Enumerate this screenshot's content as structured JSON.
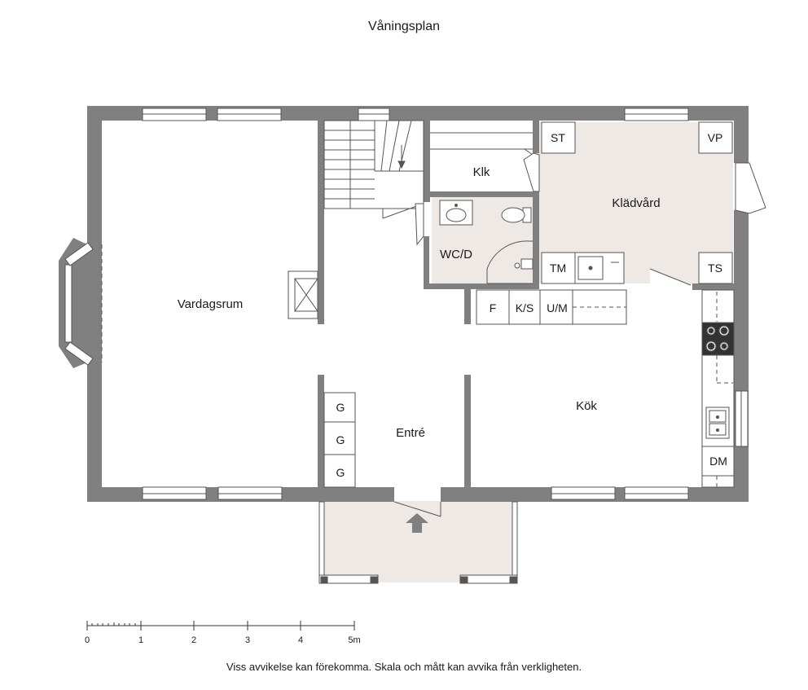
{
  "title": "Våningsplan",
  "rooms": {
    "vardagsrum": "Vardagsrum",
    "klk": "Klk",
    "kladvard": "Klädvård",
    "wcd": "WC/D",
    "entre": "Entré",
    "kok": "Kök"
  },
  "fixtures": {
    "st": "ST",
    "vp": "VP",
    "tm": "TM",
    "ts": "TS",
    "f": "F",
    "ks": "K/S",
    "um": "U/M",
    "dm": "DM",
    "g1": "G",
    "g2": "G",
    "g3": "G"
  },
  "scale": {
    "ticks": [
      "0",
      "1",
      "2",
      "3",
      "4",
      "5m"
    ]
  },
  "note": "Viss avvikelse kan förekomma. Skala och mått kan avvika från verkligheten.",
  "colors": {
    "wall": "#808080",
    "floor_tint": "#efe9e6",
    "line": "#555555"
  }
}
